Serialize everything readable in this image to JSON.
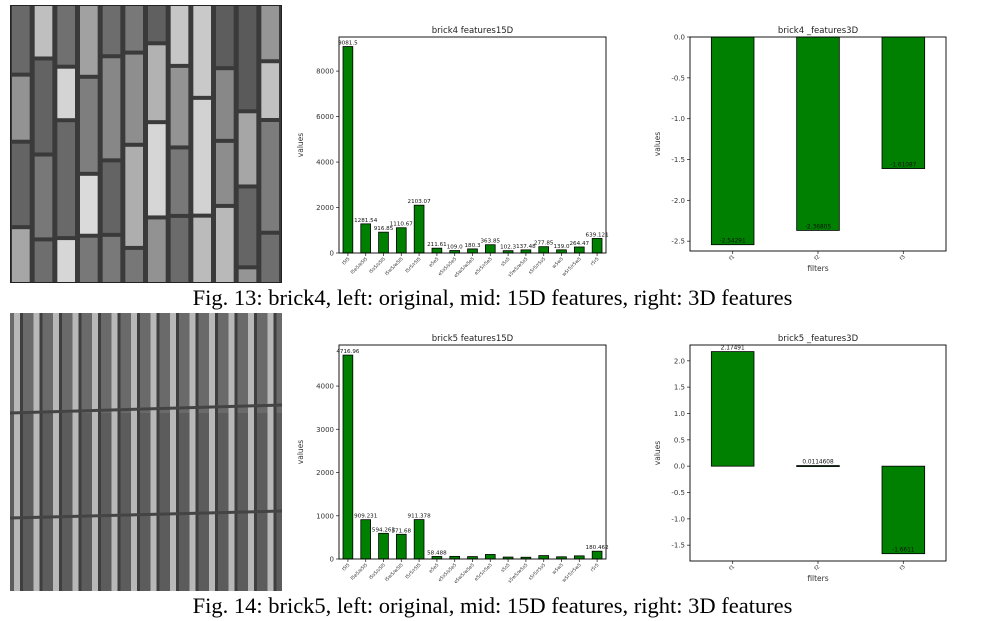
{
  "figures": [
    {
      "caption": "Fig. 13: brick4, left: original, mid: 15D features, right: 3D features",
      "image_desc": "brick4 grayscale texture",
      "chart_data": [
        {
          "type": "bar",
          "title": "brick4 features15D",
          "xlabel": "",
          "ylabel": "values",
          "categories": [
            "l5l5",
            "l5e5/e5l5",
            "l5s5/s5l5",
            "l5w5/w5l5",
            "l5r5/r5l5",
            "e5e5",
            "e5s5/s5e5",
            "e5w5/w5e5",
            "e5r5/r5e5",
            "s5s5",
            "s5w5/w5s5",
            "s5r5/r5s5",
            "w5w5",
            "w5r5/r5w5",
            "r5r5"
          ],
          "values": [
            9081.5,
            1281.54,
            916.85,
            1110.67,
            2103.07,
            211.61,
            109.0,
            180.3,
            363.85,
            102.3,
            137.48,
            277.85,
            139.0,
            264.47,
            639.121
          ],
          "value_labels": [
            "9081.5",
            "1281.54",
            "916.85",
            "1110.67",
            "2103.07",
            "211.61",
            "109.0",
            "180.3",
            "363.85",
            "102.3",
            "137.48",
            "277.85",
            "139.0",
            "264.47",
            "639.121"
          ],
          "yticks": [
            0,
            2000,
            4000,
            6000,
            8000
          ],
          "ylim": [
            0,
            9500
          ],
          "color": "#008000"
        },
        {
          "type": "bar",
          "title": "brick4 _features3D",
          "xlabel": "filters",
          "ylabel": "values",
          "categories": [
            "f1",
            "f2",
            "f3"
          ],
          "values": [
            -2.54291,
            -2.36805,
            -1.61087
          ],
          "value_labels": [
            "-2.54291",
            "-2.36805",
            "-1.61087"
          ],
          "yticks": [
            0.0,
            -0.5,
            -1.0,
            -1.5,
            -2.0,
            -2.5
          ],
          "ylim": [
            -2.62,
            0.0
          ],
          "color": "#008000"
        }
      ]
    },
    {
      "caption": "Fig. 14: brick5, left: original, mid: 15D features, right: 3D features",
      "image_desc": "brick5 grayscale texture",
      "chart_data": [
        {
          "type": "bar",
          "title": "brick5 features15D",
          "xlabel": "",
          "ylabel": "values",
          "categories": [
            "l5l5",
            "l5e5/e5l5",
            "l5s5/s5l5",
            "l5w5/w5l5",
            "l5r5/r5l5",
            "e5e5",
            "e5s5/s5e5",
            "e5w5/w5e5",
            "e5r5/r5e5",
            "s5s5",
            "s5w5/w5s5",
            "s5r5/r5s5",
            "w5w5",
            "w5r5/r5w5",
            "r5r5"
          ],
          "values": [
            4716.96,
            909.231,
            594.263,
            571.68,
            911.378,
            58.488,
            61.0,
            56.0,
            105.0,
            45.0,
            41.0,
            79.0,
            51.0,
            73.0,
            180.462
          ],
          "value_labels": [
            "4716.96",
            "909.231",
            "594.263",
            "571.68",
            "911.378",
            "58.488",
            "",
            "",
            "",
            "",
            "",
            "",
            "",
            "",
            "180.462"
          ],
          "yticks": [
            0,
            1000,
            2000,
            3000,
            4000
          ],
          "ylim": [
            0,
            4950
          ],
          "color": "#008000"
        },
        {
          "type": "bar",
          "title": "brick5 _features3D",
          "xlabel": "filters",
          "ylabel": "values",
          "categories": [
            "f1",
            "f2",
            "f3"
          ],
          "values": [
            2.17491,
            0.0114608,
            -1.6611
          ],
          "value_labels": [
            "2.17491",
            "0.0114608",
            "-1.6611"
          ],
          "yticks": [
            2.0,
            1.5,
            1.0,
            0.5,
            0.0,
            -0.5,
            -1.0,
            -1.5
          ],
          "ylim": [
            -1.8,
            2.3
          ],
          "color": "#008000"
        }
      ]
    }
  ]
}
